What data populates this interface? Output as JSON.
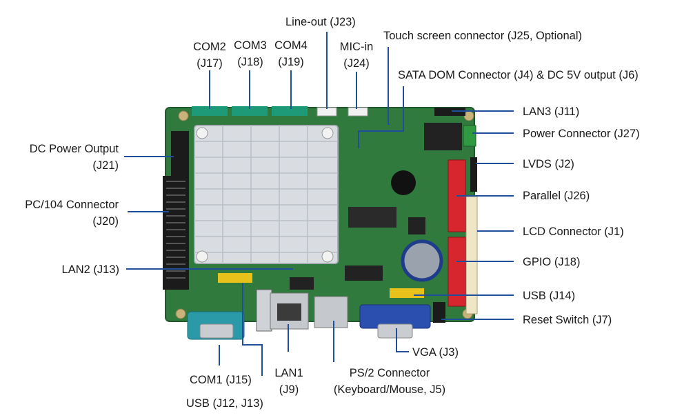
{
  "labels": {
    "line_out": "Line-out (J23)",
    "touch": "Touch screen connector (J25, Optional)",
    "com2": [
      "COM2",
      "(J17)"
    ],
    "com3": [
      "COM3",
      "(J18)"
    ],
    "com4": [
      "COM4",
      "(J19)"
    ],
    "mic": [
      "MIC-in",
      "(J24)"
    ],
    "sata": "SATA DOM Connector (J4) & DC 5V output (J6)",
    "lan3": "LAN3 (J11)",
    "power": "Power Connector (J27)",
    "lvds": "LVDS (J2)",
    "parallel": "Parallel (J26)",
    "lcd": "LCD Connector (J1)",
    "gpio": "GPIO (J18)",
    "usb14": "USB (J14)",
    "reset": "Reset Switch (J7)",
    "dc_out": [
      "DC Power Output",
      "(J21)"
    ],
    "pc104": [
      "PC/104 Connector",
      "(J20)"
    ],
    "lan2": "LAN2 (J13)",
    "com1": "COM1 (J15)",
    "usb12": "USB (J12, J13)",
    "lan1": [
      "LAN1",
      "(J9)"
    ],
    "ps2": [
      "PS/2 Connector",
      "(Keyboard/Mouse, J5)"
    ],
    "vga": "VGA (J3)"
  },
  "colors": {
    "pcb": "#2f7a3c",
    "pcb_dark": "#1f5a2a",
    "leader": "#1f4f9a",
    "heatsink": "#d9dde1",
    "connector_red": "#d7262e",
    "connector_green": "#1e9a78",
    "vga_blue": "#2b4fae",
    "serial_teal": "#2a9aa8",
    "usb_yellow": "#e8c21a"
  }
}
